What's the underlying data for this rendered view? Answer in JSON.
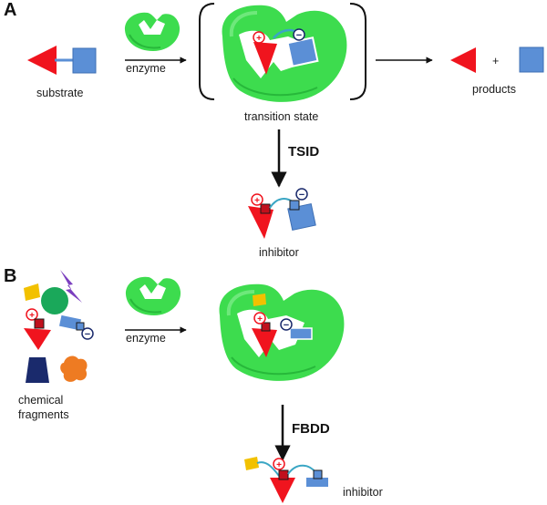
{
  "panels": {
    "a": "A",
    "b": "B"
  },
  "labels": {
    "substrate": "substrate",
    "enzyme_a": "enzyme",
    "transition_state": "transition state",
    "products": "products",
    "plus": "+",
    "tsid": "TSID",
    "inhibitor_a": "inhibitor",
    "chemical_fragments_1": "chemical",
    "chemical_fragments_2": "fragments",
    "enzyme_b": "enzyme",
    "fbdd": "FBDD",
    "inhibitor_b": "inhibitor"
  },
  "charges": {
    "plus": "+",
    "minus": "−"
  },
  "colors": {
    "enzyme": "#3ddc4e",
    "enzyme_dark": "#27b83a",
    "red": "#f0141e",
    "blue": "#5b8fd6",
    "teal_linker": "#3aa6c4",
    "yellow": "#f2c100",
    "green_circle": "#1aa85a",
    "purple": "#7b3fbf",
    "navy": "#1a2a6c",
    "orange": "#ee7b22"
  }
}
